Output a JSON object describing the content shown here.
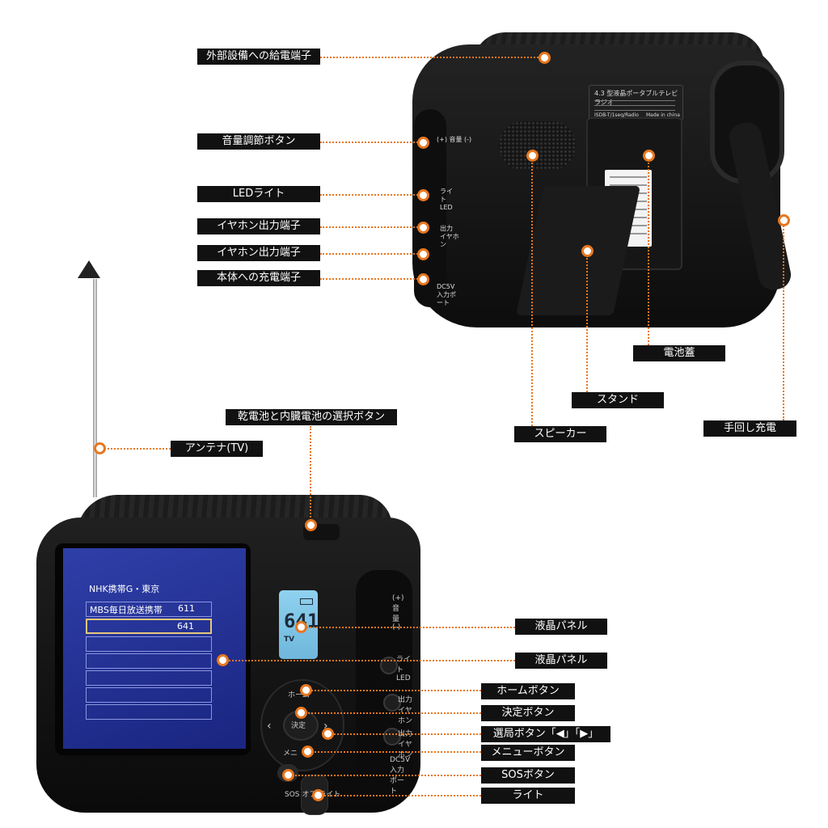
{
  "labels": {
    "external_power": "外部設備への給電端子",
    "volume_button": "音量調節ボタン",
    "led_light": "LEDライト",
    "earphone_1": "イヤホン出力端子",
    "earphone_2": "イヤホン出力端子",
    "charge_port": "本体への充電端子",
    "battery_cover": "電池蓋",
    "stand": "スタンド",
    "speaker": "スピーカー",
    "hand_crank": "手回し充電",
    "battery_select": "乾電池と内臓電池の選択ボタン",
    "antenna": "アンテナ(TV)",
    "lcd_panel_1": "液晶パネル",
    "lcd_panel_2": "液晶パネル",
    "home_button": "ホームボタン",
    "enter_button": "決定ボタン",
    "channel_button": "選局ボタン「◀」「▶」",
    "menu_button": "メニューボタン",
    "sos_button": "SOSボタン",
    "light": "ライト"
  },
  "device_back": {
    "title": "4.3 型液晶ポータブルテレビラジオ",
    "footer": "ISDB-T/1seg/Radio",
    "made_in": "Made in china",
    "side_volume": "(+) 音量 (-)",
    "side_light": "ライト LED",
    "side_out": "出力 イヤホン",
    "side_dc": "DC5V 入力ポート"
  },
  "screen": {
    "header": "NHK携帯G・東京",
    "channels": [
      {
        "name": "MBS毎日放送携帯",
        "num": "611"
      },
      {
        "name": "",
        "num": "641"
      }
    ]
  },
  "lcd": {
    "channel": "641",
    "mode": "TV"
  },
  "front_buttons": {
    "home": "ホーム",
    "enter": "決定",
    "menu": "メニ",
    "switch": "SOS オフ ライト",
    "side_volume": "(+) 音量 (-)",
    "side_light": "ライト LED",
    "side_out": "出力 イヤホン",
    "side_dc": "DC5V 入力ポート"
  },
  "colors": {
    "accent": "#e8771f",
    "label_bg": "#111111",
    "screen": "#2f3fa8",
    "lcd": "#8fd1ef"
  }
}
